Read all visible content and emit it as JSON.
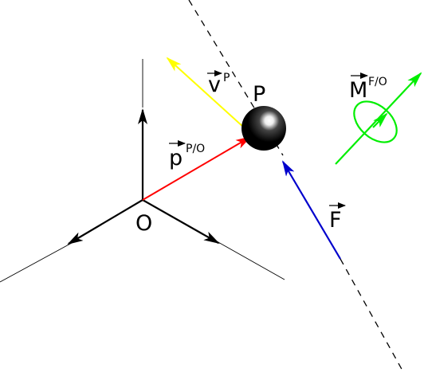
{
  "labels": {
    "origin": "O",
    "particle": "P",
    "position_main": "p",
    "position_sup": "P/O",
    "velocity_main": "v",
    "velocity_sup": "P",
    "force_main": "F",
    "moment_main": "M",
    "moment_sup": "F/O"
  },
  "colors": {
    "axes": "#000000",
    "position_vector": "#ff0000",
    "velocity_vector": "#ffff00",
    "force_vector": "#0000cc",
    "moment_vector": "#00ee00",
    "line_of_action": "#000000"
  }
}
